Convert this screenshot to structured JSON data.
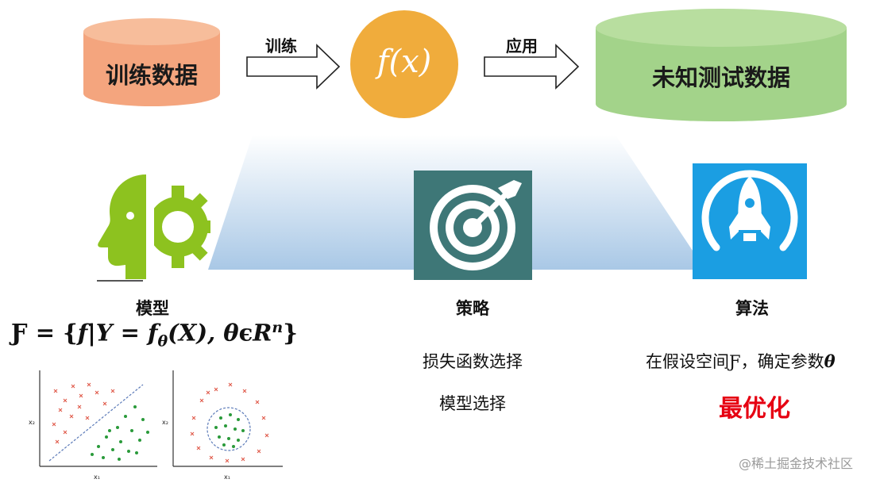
{
  "flow": {
    "train_data": "训练数据",
    "train_arrow": "训练",
    "function_symbol": "f(x)",
    "apply_arrow": "应用",
    "unknown_data": "未知测试数据"
  },
  "pillars": {
    "model": {
      "title": "模型",
      "formula": "Ƒ = {f|Y = f_θ(X), θϵR^n}",
      "formula_parts": {
        "script_f": "Ƒ",
        "eq1": " = {",
        "f": "f",
        "bar_y": "|Y = ",
        "f2": "f",
        "theta_sub": "θ",
        "x_part": "(X), ",
        "theta": "θ",
        "epsilon": "ϵ",
        "r": "R",
        "n_sup": "n",
        "close": "}"
      },
      "plots": {
        "left": {
          "ylabel": "x₂",
          "xlabel": "x₁"
        },
        "right": {
          "ylabel": "x₂",
          "xlabel": "x₁"
        }
      }
    },
    "strategy": {
      "title": "策略",
      "line1": "损失函数选择",
      "line2": "模型选择"
    },
    "algorithm": {
      "title": "算法",
      "line1_a": "在假设空间",
      "line1_sym": "Ƒ",
      "line1_b": "，确定参数",
      "line1_theta": "θ",
      "highlight": "最优化"
    }
  },
  "watermark": "@稀土掘金技术社区",
  "icons": {
    "model": "head-gear-icon",
    "strategy": "target-arrow-icon",
    "algorithm": "rocket-icon"
  },
  "colors": {
    "train_cylinder": "#f4a57e",
    "function_circle": "#f0ac3c",
    "unknown_cylinder": "#a3d38a",
    "model_icon": "#8dc21f",
    "strategy_bg": "#3e7777",
    "algorithm_bg": "#1b9ee2",
    "highlight": "#e60012"
  }
}
